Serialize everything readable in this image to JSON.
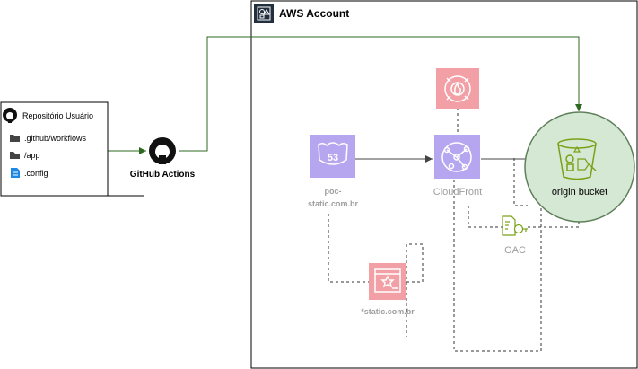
{
  "aws_account": {
    "title": "AWS Account"
  },
  "repo": {
    "title": "Repositório Usuário",
    "items": [
      {
        "label": ".github/workflows",
        "icon": "folder-icon"
      },
      {
        "label": "/app",
        "icon": "folder-icon"
      },
      {
        "label": ".config",
        "icon": "file-icon"
      }
    ]
  },
  "github_actions": {
    "label": "GitHub Actions"
  },
  "route53": {
    "label_line1": "poc-",
    "label_line2": "static.com.br"
  },
  "cloudfront": {
    "label": "CloudFront"
  },
  "waf": {
    "icon": "waf-icon"
  },
  "acm": {
    "label": "*static.com.br"
  },
  "oac": {
    "label": "OAC"
  },
  "s3": {
    "label": "origin bucket"
  },
  "colors": {
    "networking": "#8C4FFF",
    "security": "#DD344C",
    "storage": "#7AA116",
    "arrow_green": "#2D6A1F",
    "bucket_fill": "#D5E8D4",
    "bucket_stroke": "#5E7F5A"
  }
}
